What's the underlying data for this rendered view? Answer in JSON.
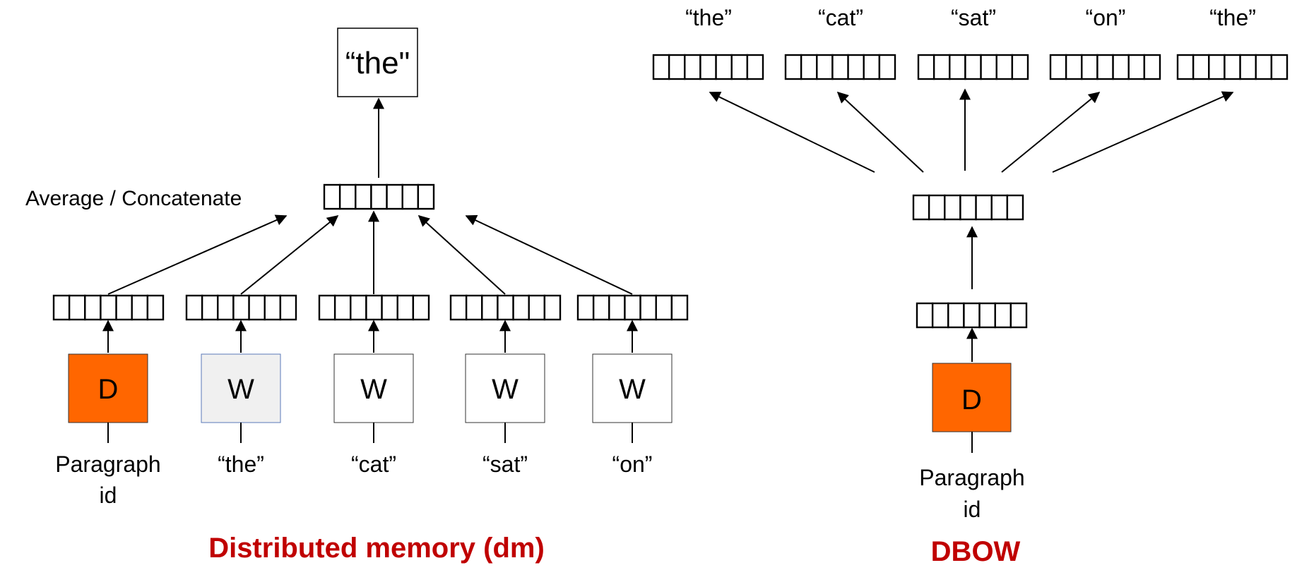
{
  "colors": {
    "doc_box": "#ff6600",
    "word_box_shaded": "#f0f0f0",
    "caption": "#c00000"
  },
  "dm": {
    "output_word": "“the\"",
    "combine_label": "Average  / Concatenate",
    "caption": "Distributed memory (dm)",
    "inputs": [
      {
        "box": "D",
        "label": [
          "Paragraph",
          "id"
        ]
      },
      {
        "box": "W",
        "label": [
          "“the”"
        ]
      },
      {
        "box": "W",
        "label": [
          "“cat”"
        ]
      },
      {
        "box": "W",
        "label": [
          "“sat”"
        ]
      },
      {
        "box": "W",
        "label": [
          "“on”"
        ]
      }
    ]
  },
  "dbow": {
    "caption": "DBOW",
    "input": {
      "box": "D",
      "label": [
        "Paragraph",
        "id"
      ]
    },
    "outputs": [
      "“the”",
      "“cat”",
      "“sat”",
      "“on”",
      "“the”"
    ]
  }
}
